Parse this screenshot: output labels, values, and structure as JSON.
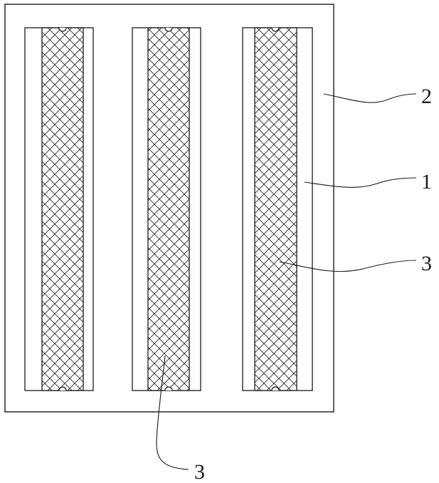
{
  "figure": {
    "labels": [
      {
        "id": "board",
        "text": "2"
      },
      {
        "id": "frame",
        "text": "1"
      },
      {
        "id": "mesh-right",
        "text": "3"
      },
      {
        "id": "mesh-bottom",
        "text": "3"
      }
    ]
  },
  "colors": {
    "stroke": "#1a1a1a",
    "background": "#ffffff"
  }
}
